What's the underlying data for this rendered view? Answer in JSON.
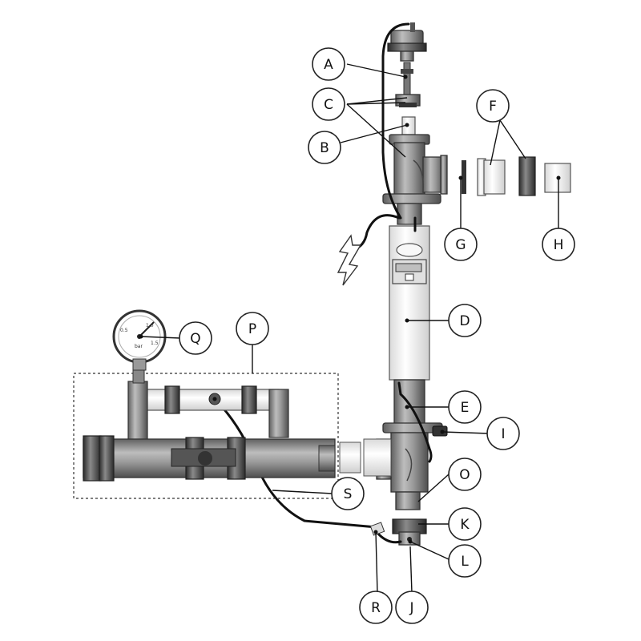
{
  "callouts": {
    "A": "A",
    "B": "B",
    "C": "C",
    "D": "D",
    "E": "E",
    "F": "F",
    "G": "G",
    "H": "H",
    "I": "I",
    "J": "J",
    "K": "K",
    "L": "L",
    "O": "O",
    "P": "P",
    "Q": "Q",
    "R": "R",
    "S": "S"
  },
  "gauge": {
    "unit": "bar",
    "ticks": [
      "0.5",
      "1.0",
      "1.5"
    ]
  },
  "colors": {
    "pipe_dark": "#6f6f6f",
    "pipe_light": "#c8c8c8",
    "housing": "#f2f2f2",
    "ink": "#111111"
  }
}
